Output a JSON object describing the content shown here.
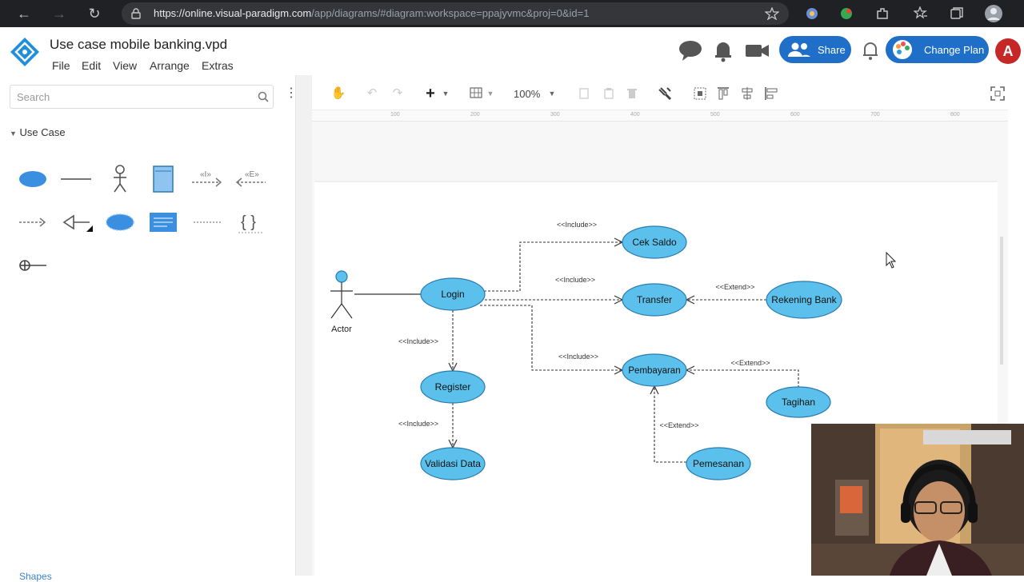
{
  "browser": {
    "url_host": "https://online.visual-paradigm.com",
    "url_path": "/app/diagrams/#diagram:workspace=ppajyvmc&proj=0&id=1"
  },
  "app": {
    "title": "Use case mobile banking.vpd",
    "menu": [
      "File",
      "Edit",
      "View",
      "Arrange",
      "Extras"
    ],
    "share_label": "Share",
    "change_plan_label": "Change Plan",
    "avatar_letter": "A",
    "accent": "#1f6fc8"
  },
  "left_panel": {
    "search_placeholder": "Search",
    "section": "Use Case",
    "footer": "Shapes"
  },
  "toolbar": {
    "zoom": "100%"
  },
  "ruler": {
    "ticks": [
      "100",
      "200",
      "300",
      "400",
      "500",
      "600",
      "700",
      "800"
    ]
  },
  "diagram": {
    "actor": "Actor",
    "use_cases": {
      "login": "Login",
      "cek_saldo": "Cek Saldo",
      "transfer": "Transfer",
      "rekening_bank": "Rekening Bank",
      "pembayaran": "Pembayaran",
      "tagihan": "Tagihan",
      "pemesanan": "Pemesanan",
      "register": "Register",
      "validasi_data": "Validasi Data"
    },
    "labels": {
      "include_cek_saldo": "<<Include>>",
      "include_transfer": "<<Include>>",
      "include_pembayaran": "<<Include>>",
      "include_register": "<<Include>>",
      "include_validasi": "<<Include>>",
      "extend_rekening": "<<Extend>>",
      "extend_tagihan": "<<Extend>>",
      "extend_pemesanan": "<<Extend>>"
    },
    "usecase_fill": "#5bc0eb",
    "usecase_stroke": "#2a7bb0"
  }
}
